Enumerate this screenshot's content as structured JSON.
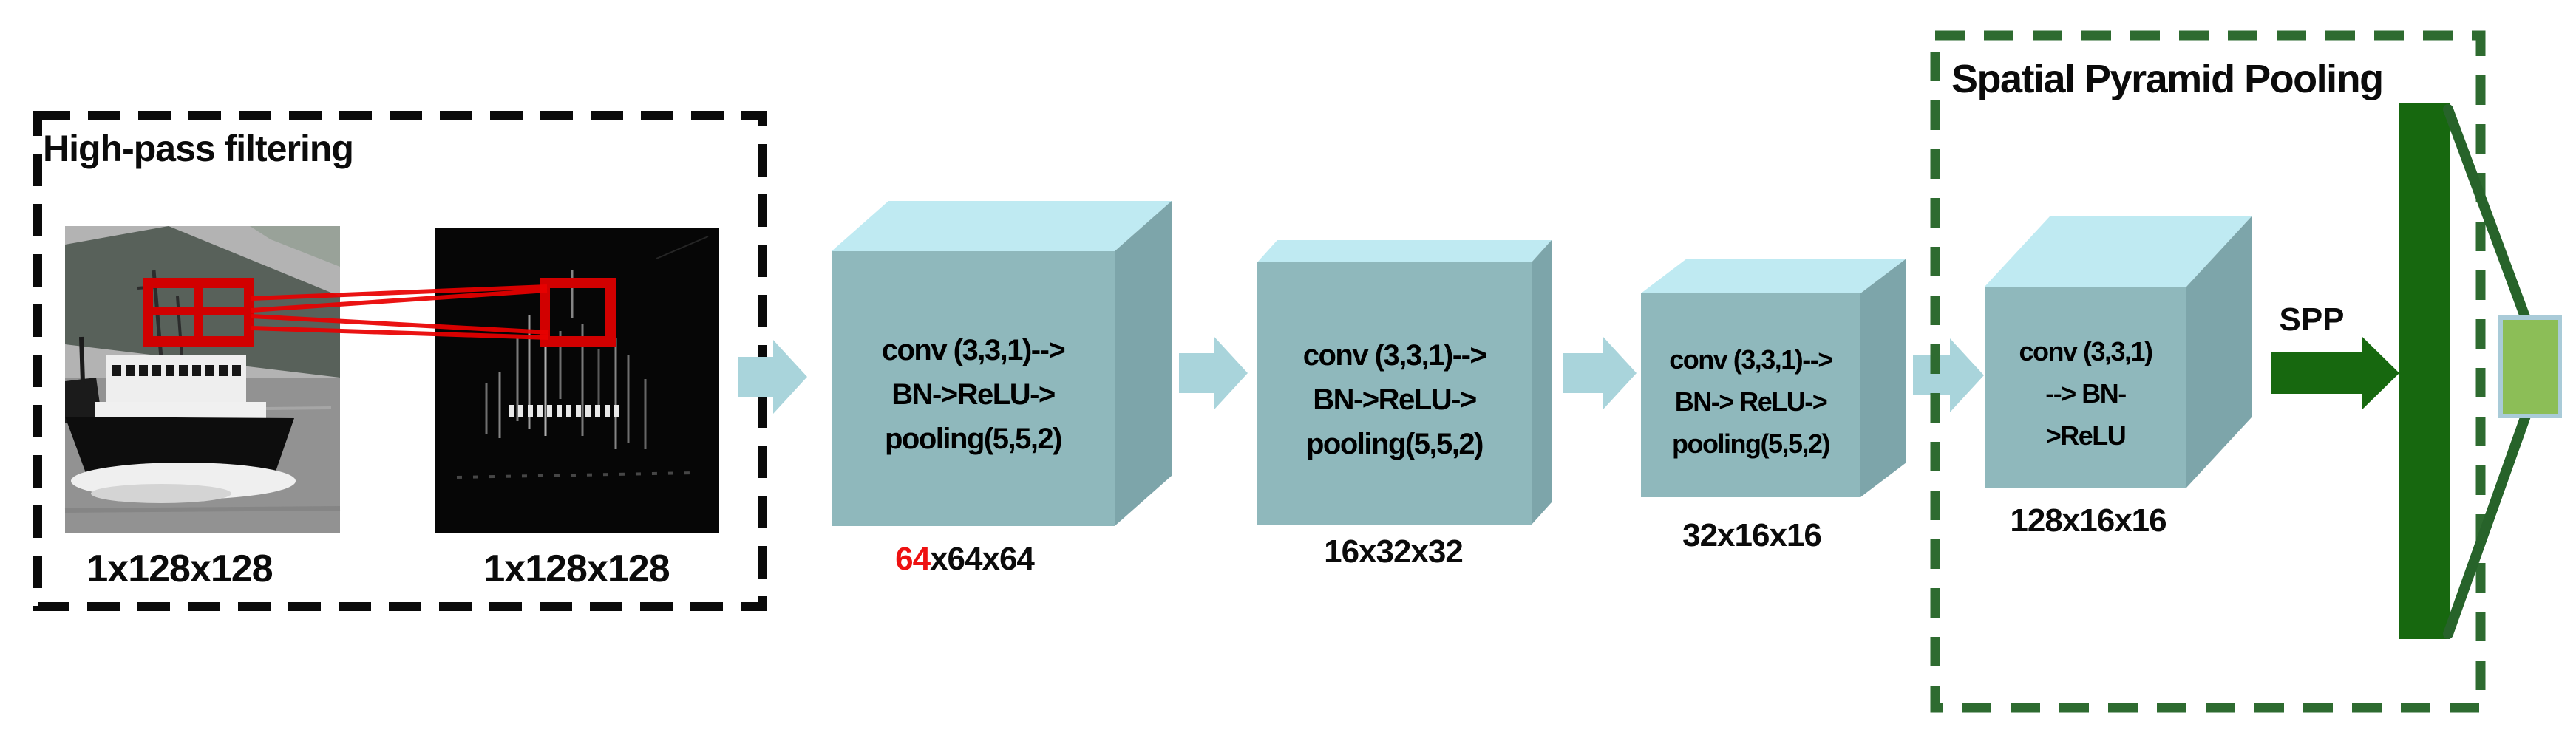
{
  "figure": {
    "type": "cnn-architecture-diagram",
    "highpass": {
      "title": "High-pass filtering",
      "input_image": {
        "name": "ship-photo",
        "label": "1x128x128"
      },
      "filtered_image": {
        "name": "highpass-filtered-image",
        "label": "1x128x128"
      }
    },
    "blocks": [
      {
        "lines": [
          "conv (3,3,1)-->",
          "BN->ReLU->",
          "pooling(5,5,2)"
        ],
        "dim_highlight": "64",
        "dim_rest": "x64x64"
      },
      {
        "lines": [
          "conv (3,3,1)-->",
          "BN->ReLU->",
          "pooling(5,5,2)"
        ],
        "dim": "16x32x32"
      },
      {
        "lines": [
          "conv (3,3,1)-->",
          "BN-> ReLU->",
          "pooling(5,5,2)"
        ],
        "dim": "32x16x16"
      },
      {
        "lines": [
          "conv (3,3,1)",
          "--> BN-",
          ">ReLU"
        ],
        "dim": "128x16x16"
      }
    ],
    "spp": {
      "title": "Spatial Pyramid Pooling",
      "arrow_label": "SPP"
    }
  },
  "colors": {
    "red_line": "#e90000",
    "red_box": "#d10000",
    "red_digit": "#ee1111",
    "cyan_arrow": "#a9d4db",
    "cube_top": "#bfeaf2",
    "cube_front": "#8fb8bc",
    "cube_side": "#7da5aa",
    "dark_green": "#17680f",
    "dashed_green": "#2e6b30",
    "funnel_green": "#27632a",
    "pool_green": "#8cbe57",
    "pool_border": "#a9cbd8",
    "text_black": "#0b0b0b"
  }
}
